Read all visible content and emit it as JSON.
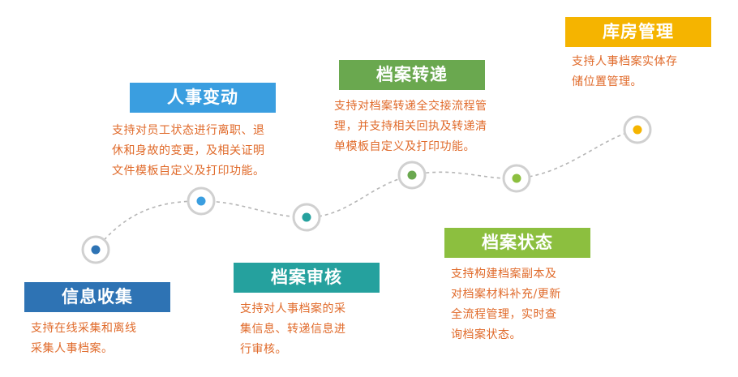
{
  "colors": {
    "step1": "#2e73b4",
    "step2": "#3a9ee0",
    "step3": "#25a19e",
    "step4": "#6aa84f",
    "step5": "#8cbf3f",
    "step6": "#f5b400",
    "text": "#e06a2a",
    "node_ring": "#d0d0d0",
    "path": "#b5b5b5"
  },
  "steps": [
    {
      "title": "信息收集",
      "lines": [
        "支持在线采集和离线",
        "采集人事档案。"
      ]
    },
    {
      "title": "人事变动",
      "lines": [
        "支持对员工状态进行离职、退",
        "休和身故的变更，及相关证明",
        "文件模板自定义及打印功能。"
      ]
    },
    {
      "title": "档案审核",
      "lines": [
        "支持对人事档案的采",
        "集信息、转递信息进",
        "行审核。"
      ]
    },
    {
      "title": "档案转递",
      "lines": [
        "支持对档案转递全交接流程管",
        "理，并支持相关回执及转递清",
        "单模板自定义及打印功能。"
      ]
    },
    {
      "title": "档案状态",
      "lines": [
        "支持构建档案副本及",
        "对档案材料补充/更新",
        "全流程管理，实时查",
        "询档案状态。"
      ]
    },
    {
      "title": "库房管理",
      "lines": [
        "支持人事档案实体存",
        "储位置管理。"
      ]
    }
  ]
}
